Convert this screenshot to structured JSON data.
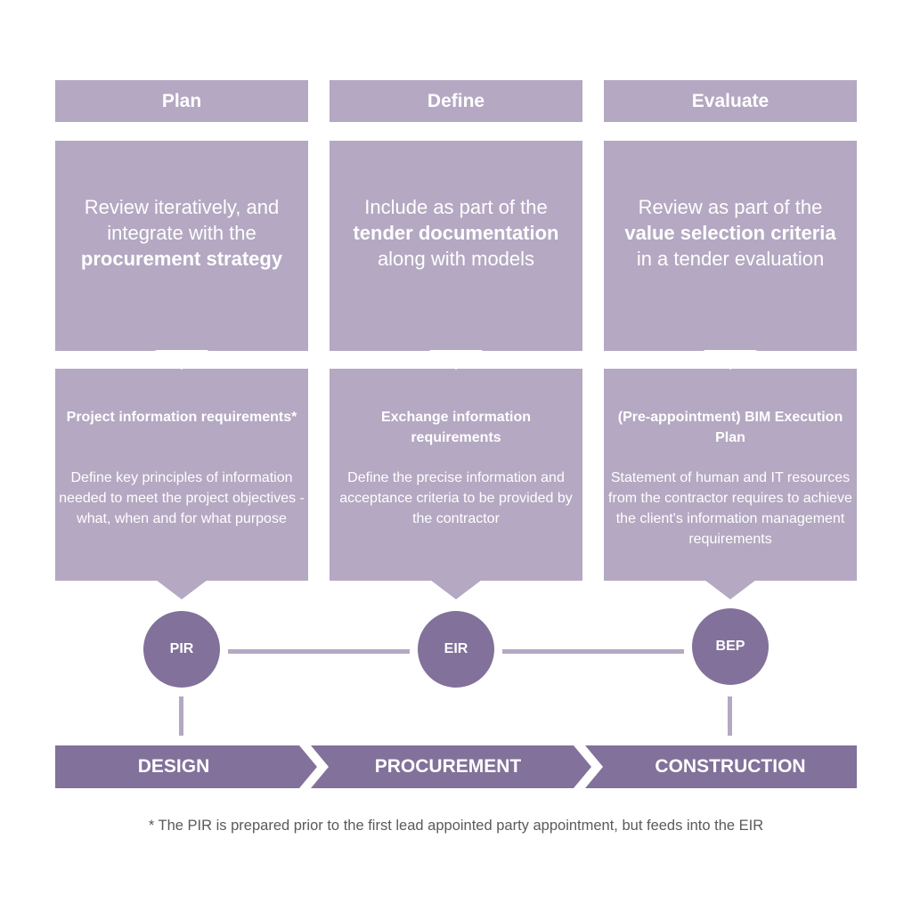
{
  "columns": [
    {
      "header": "Plan",
      "upper_pre": "Review iteratively, and integrate with the",
      "upper_bold": "procurement strategy",
      "upper_post": "",
      "lower_title": "Project information requirements*",
      "lower_desc": "Define key principles of information needed to meet the project objectives - what, when and for what purpose"
    },
    {
      "header": "Define",
      "upper_pre": "Include as part of the",
      "upper_bold": "tender documentation",
      "upper_post": "along with models",
      "lower_title": "Exchange information requirements",
      "lower_desc": "Define the precise information and acceptance criteria to be provided by the contractor"
    },
    {
      "header": "Evaluate",
      "upper_pre": "Review as part of the",
      "upper_bold": "value selection criteria",
      "upper_post": "in a tender evaluation",
      "lower_title": "(Pre-appointment) BIM Execution Plan",
      "lower_desc": "Statement of human and IT resources from the contractor requires to achieve the client's information management requirements"
    }
  ],
  "nodes": [
    "PIR",
    "EIR",
    "BEP"
  ],
  "stages": [
    "DESIGN",
    "PROCUREMENT",
    "CONSTRUCTION"
  ],
  "footnote": "* The PIR is prepared prior to the first lead appointed party appointment, but feeds into the EIR",
  "colors": {
    "panel": "#b4a8c2",
    "node": "#82719a",
    "stage_bar": "#82719a",
    "footnote_text": "#5a5a5a"
  }
}
